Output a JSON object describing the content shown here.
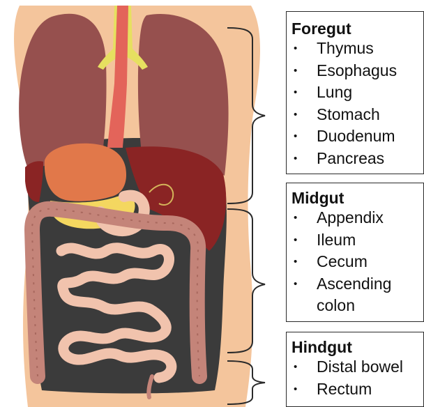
{
  "groups": [
    {
      "title": "Foregut",
      "items": [
        "Thymus",
        "Esophagus",
        "Lung",
        "Stomach",
        "Duodenum",
        "Pancreas"
      ]
    },
    {
      "title": "Midgut",
      "items": [
        "Appendix",
        "Ileum",
        "Cecum",
        "Ascending"
      ],
      "continuation": "colon"
    },
    {
      "title": "Hindgut",
      "items": [
        "Distal bowel",
        "Rectum"
      ]
    }
  ],
  "bullet": "•",
  "colors": {
    "skin": "#f4c59c",
    "lung": "#96504e",
    "trachea": "#e6e060",
    "esophagus": "#e3645a",
    "cavity": "#3b3b3b",
    "liver": "#8a2424",
    "stomach": "#e1784a",
    "pancreas": "#f4d760",
    "intestine": "#f1c3ad",
    "colon": "#c48479",
    "outline": "#2a2a2a"
  }
}
